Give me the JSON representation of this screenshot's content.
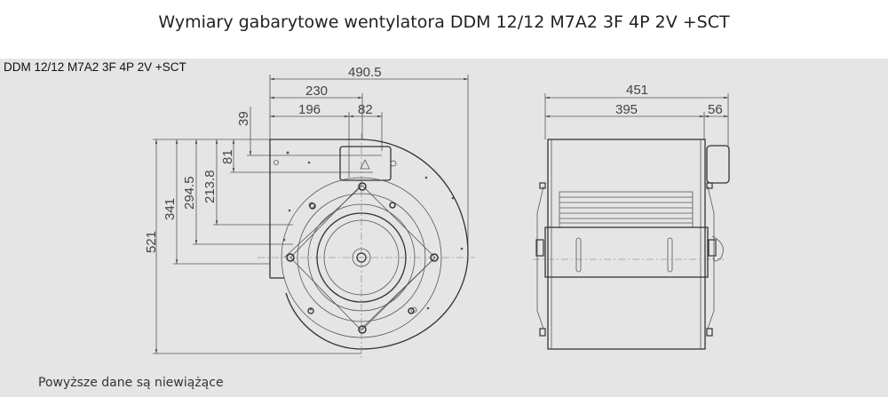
{
  "title": "Wymiary gabarytowe wentylatora DDM 12/12 M7A2 3F 4P 2V +SCT",
  "model_label": "DDM 12/12 M7A2 3F 4P 2V +SCT",
  "note": "Powyższe dane są niewiążące",
  "front_view": {
    "horizontal_dims": [
      "490.5",
      "230",
      "196",
      "82"
    ],
    "vertical_dims": [
      "521",
      "341",
      "294.5",
      "213.8",
      "81",
      "39"
    ]
  },
  "side_view": {
    "horizontal_dims": [
      "451",
      "395",
      "56"
    ]
  }
}
